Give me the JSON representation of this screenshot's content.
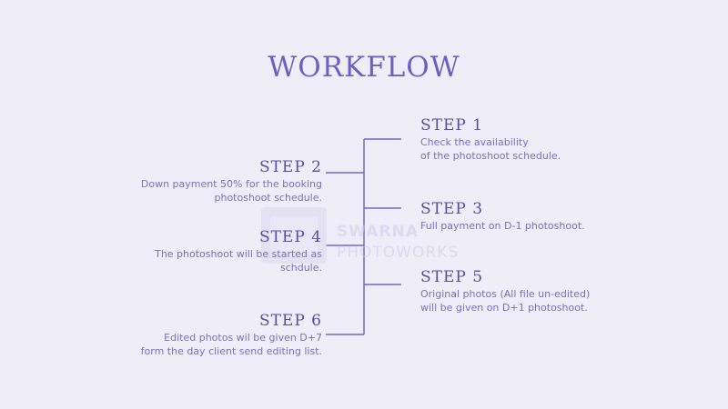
{
  "title": "WORKFLOW",
  "steps": [
    {
      "title": "STEP 1",
      "lines": [
        "Check the availability",
        "of the photoshoot schedule."
      ]
    },
    {
      "title": "STEP 2",
      "lines": [
        "Down payment 50% for the booking",
        "photoshoot schedule."
      ]
    },
    {
      "title": "STEP 3",
      "lines": [
        "Full payment on D-1 photoshoot."
      ]
    },
    {
      "title": "STEP 4",
      "lines": [
        "The photoshoot will be started as",
        "schdule."
      ]
    },
    {
      "title": "STEP 5",
      "lines": [
        "Original photos (All file un-edited)",
        "will be given on D+1 photoshoot."
      ]
    },
    {
      "title": "STEP 6",
      "lines": [
        "Edited photos wil be given D+7",
        "form the day client send editing list."
      ]
    }
  ],
  "watermark": {
    "line1": "SWARNA",
    "line2": "PHOTOWORKS"
  },
  "colors": {
    "background": "#eeedf8",
    "accent": "#6f5fc2",
    "line": "#7566c8"
  }
}
